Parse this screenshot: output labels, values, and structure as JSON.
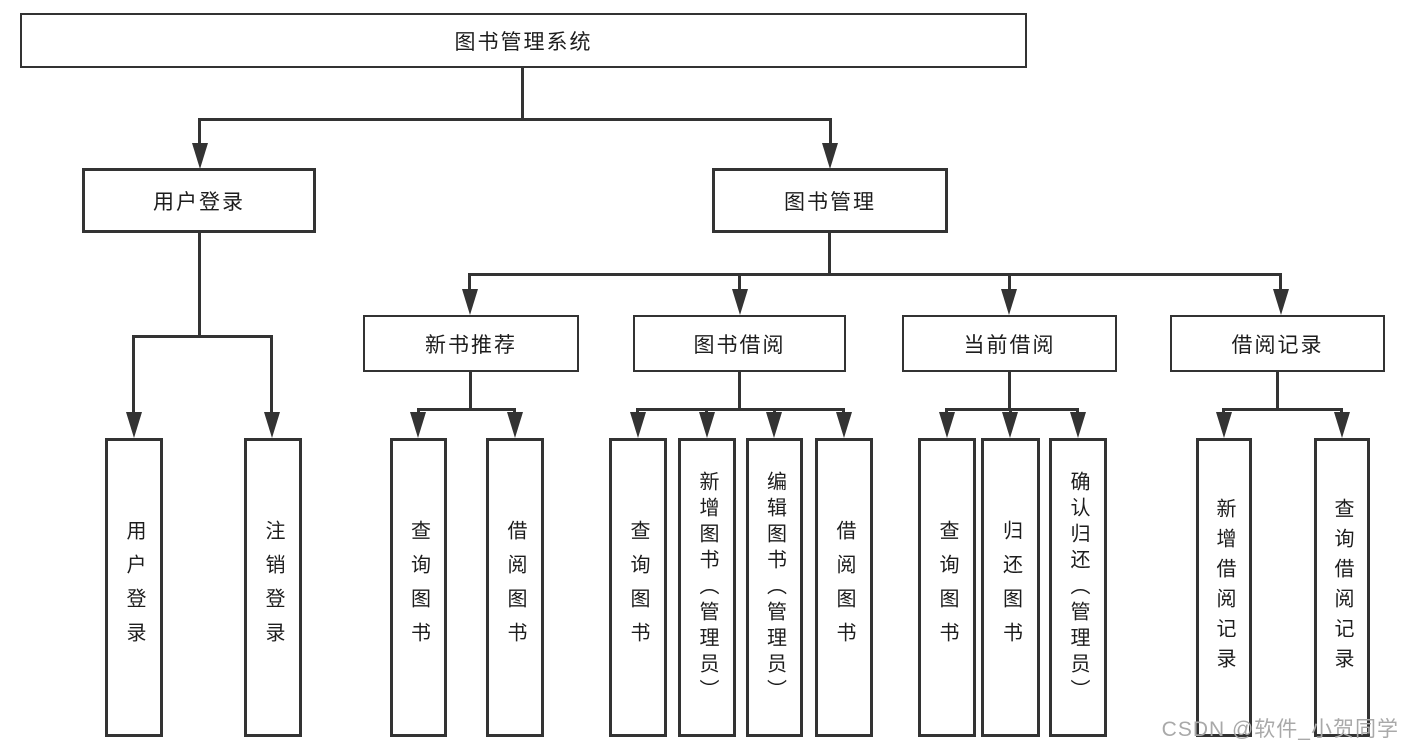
{
  "diagram": {
    "title": "图书管理系统",
    "nodes": {
      "root": "图书管理系统",
      "row2": [
        "用户登录",
        "图书管理"
      ],
      "row3": [
        "新书推荐",
        "图书借阅",
        "当前借阅",
        "借阅记录"
      ],
      "leaves": [
        "用户登录",
        "注销登录",
        "查询图书",
        "借阅图书",
        "查询图书",
        "新增图书（管理员）",
        "编辑图书（管理员）",
        "借阅图书",
        "查询图书",
        "归还图书",
        "确认归还（管理员）",
        "新增借阅记录",
        "查询借阅记录"
      ]
    },
    "structure": {
      "图书管理系统": [
        "用户登录",
        "图书管理"
      ],
      "用户登录": [
        "用户登录",
        "注销登录"
      ],
      "图书管理": [
        "新书推荐",
        "图书借阅",
        "当前借阅",
        "借阅记录"
      ],
      "新书推荐": [
        "查询图书",
        "借阅图书"
      ],
      "图书借阅": [
        "查询图书",
        "新增图书（管理员）",
        "编辑图书（管理员）",
        "借阅图书"
      ],
      "当前借阅": [
        "查询图书",
        "归还图书",
        "确认归还（管理员）"
      ],
      "借阅记录": [
        "新增借阅记录",
        "查询借阅记录"
      ]
    },
    "colors": {
      "line": "#333333",
      "box_background": "#ffffff",
      "text": "#1d1d1d",
      "watermark": "#a9a9a9"
    }
  },
  "watermark": "CSDN @软件_小贺同学"
}
